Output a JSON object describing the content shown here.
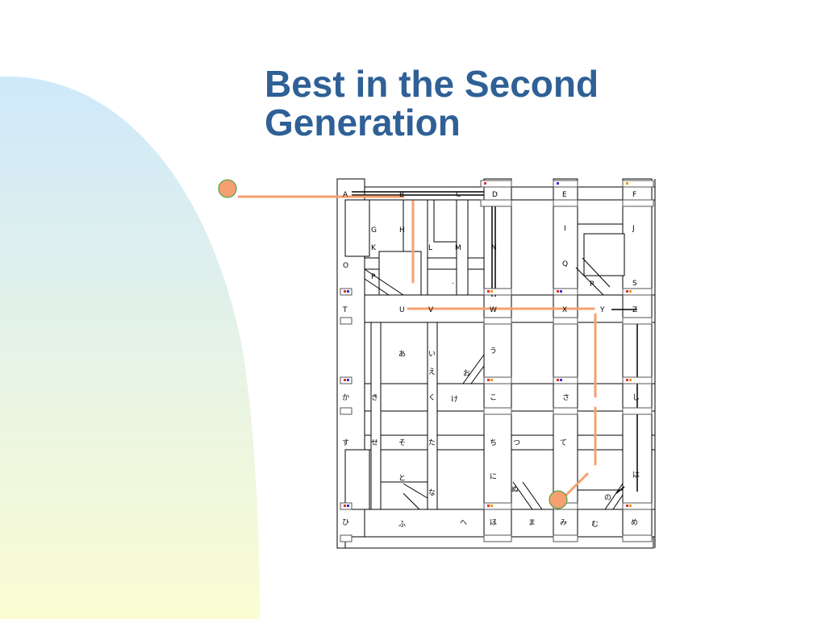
{
  "title": {
    "line1": "Best in the Second",
    "line2": "Generation"
  },
  "colors": {
    "title": "#2f6096",
    "route": "#f4a070",
    "node_fill": "#f4a070",
    "node_stroke": "#3a9a3a",
    "swoosh_top": "#cfe9fb",
    "swoosh_bottom": "#fbfcd2"
  },
  "map_labels": [
    {
      "id": "A",
      "text": "A"
    },
    {
      "id": "B",
      "text": "B"
    },
    {
      "id": "C",
      "text": "C"
    },
    {
      "id": "D",
      "text": "D"
    },
    {
      "id": "E",
      "text": "E"
    },
    {
      "id": "F",
      "text": "F"
    },
    {
      "id": "G",
      "text": "G"
    },
    {
      "id": "H",
      "text": "H"
    },
    {
      "id": "I",
      "text": "I"
    },
    {
      "id": "J",
      "text": "J"
    },
    {
      "id": "K",
      "text": "K"
    },
    {
      "id": "L",
      "text": "L"
    },
    {
      "id": "M",
      "text": "M"
    },
    {
      "id": "N",
      "text": "N"
    },
    {
      "id": "O",
      "text": "O"
    },
    {
      "id": "P",
      "text": "P"
    },
    {
      "id": "Q",
      "text": "Q"
    },
    {
      "id": "R",
      "text": "R"
    },
    {
      "id": "S",
      "text": "S"
    },
    {
      "id": "T",
      "text": "T"
    },
    {
      "id": "U",
      "text": "U"
    },
    {
      "id": "V",
      "text": "V"
    },
    {
      "id": "W",
      "text": "W"
    },
    {
      "id": "X",
      "text": "X"
    },
    {
      "id": "Y",
      "text": "Y"
    },
    {
      "id": "Z",
      "text": "Z"
    },
    {
      "id": "a",
      "text": "あ"
    },
    {
      "id": "i",
      "text": "い"
    },
    {
      "id": "u",
      "text": "う"
    },
    {
      "id": "e",
      "text": "え"
    },
    {
      "id": "o",
      "text": "お"
    },
    {
      "id": "ka",
      "text": "か"
    },
    {
      "id": "ki",
      "text": "き"
    },
    {
      "id": "ku",
      "text": "く"
    },
    {
      "id": "ke",
      "text": "け"
    },
    {
      "id": "ko",
      "text": "こ"
    },
    {
      "id": "sa",
      "text": "さ"
    },
    {
      "id": "shi",
      "text": "し"
    },
    {
      "id": "su",
      "text": "す"
    },
    {
      "id": "se",
      "text": "せ"
    },
    {
      "id": "so",
      "text": "そ"
    },
    {
      "id": "ta",
      "text": "た"
    },
    {
      "id": "chi",
      "text": "ち"
    },
    {
      "id": "tsu",
      "text": "つ"
    },
    {
      "id": "te",
      "text": "て"
    },
    {
      "id": "to",
      "text": "と"
    },
    {
      "id": "na",
      "text": "な"
    },
    {
      "id": "ni",
      "text": "に"
    },
    {
      "id": "nu",
      "text": "ぬ"
    },
    {
      "id": "no",
      "text": "の"
    },
    {
      "id": "ha",
      "text": "は"
    },
    {
      "id": "hi",
      "text": "ひ"
    },
    {
      "id": "fu",
      "text": "ふ"
    },
    {
      "id": "he",
      "text": "へ"
    },
    {
      "id": "ho",
      "text": "ほ"
    },
    {
      "id": "ma",
      "text": "ま"
    },
    {
      "id": "mi",
      "text": "み"
    },
    {
      "id": "mu",
      "text": "む"
    },
    {
      "id": "me",
      "text": "め"
    },
    {
      "id": "dot",
      "text": "."
    }
  ]
}
